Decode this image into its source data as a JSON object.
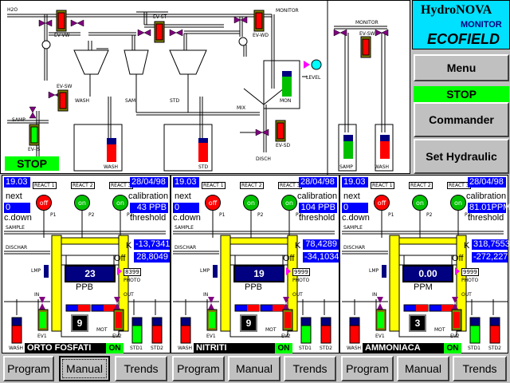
{
  "header": {
    "brand": "HydroNOVA",
    "monitor": "MONITOR",
    "company": "ECOFIELD"
  },
  "sidebar": {
    "menu": "Menu",
    "status": "STOP",
    "commander": "Commander",
    "set_hydraulic": "Set Hydraulic"
  },
  "hydraulic": {
    "status": "STOP",
    "labels": {
      "h2o": "H2O",
      "ev_vw": "EV-VW",
      "ev_st": "EV-ST",
      "ev_wd": "EV-WD",
      "monitor_top": "MONITOR",
      "monitor_right": "MONITOR",
      "ev_sw_right": "EV-SW",
      "ev_sw_left": "EV-SW",
      "wash1": "WASH",
      "sam": "SAM",
      "std1": "STD",
      "samp": "SAMP",
      "ev_is": "EV-IS",
      "wash2": "WASH",
      "std2": "STD",
      "mix": "MIX",
      "mon": "MON",
      "level": "LEVEL",
      "ev_sd": "EV-SD",
      "disch": "DISCH",
      "samp_r": "SAMP",
      "wash_r": "WASH"
    },
    "tanks": {
      "wash": {
        "fill": 0.6,
        "color": "#ff0000"
      },
      "std": {
        "fill": 0.7,
        "color": "#ff0000"
      },
      "mon": {
        "fill": 0.75,
        "color": "#00c000"
      },
      "samp_r": {
        "fill": 0.6,
        "color": "#00c000"
      },
      "wash_r": {
        "fill": 0.6,
        "color": "#ff0000"
      }
    }
  },
  "tabs": [
    "Program",
    "Manual",
    "Trends",
    "Program",
    "Manual",
    "Trends",
    "Program",
    "Manual",
    "Trends"
  ],
  "panels": [
    {
      "time": "19.03",
      "next": "next",
      "next_val": "0",
      "cdown": "c.down",
      "date": "28/04/98",
      "calibration": "calibration",
      "cal_val": "43  PPB",
      "threshold": "threshold",
      "react1": "REACT 1",
      "react2": "REACT 2",
      "react3": "REACT 3",
      "p1": "off",
      "p2": "on",
      "p3": "on",
      "p1_label": "P1",
      "p2_label": "P2",
      "p3_label": "P3",
      "sample": "SAMPLE",
      "dischar": "DISCHAR",
      "k_label": "K",
      "k_val": "-13,7341",
      "off_label": "Off",
      "off_val": "28,8049",
      "lmp": "LMP",
      "reading": "23",
      "unit": "PPB",
      "photo_val": "8399",
      "photo": "PHOTO",
      "in": "IN",
      "out": "OUT",
      "counter": "9",
      "mot": "MOT",
      "ev1": "EV1",
      "ev2": "EV2",
      "wash": "WASH",
      "std1": "STD1",
      "std2": "STD2",
      "name": "ORTO FOSFATI",
      "on": "ON"
    },
    {
      "time": "19.03",
      "next": "next",
      "next_val": "0",
      "cdown": "c.down",
      "date": "28/04/98",
      "calibration": "calibration",
      "cal_val": "104  PPB",
      "threshold": "threshold",
      "react1": "REACT 1",
      "react2": "REACT 2",
      "react3": "REACT 3",
      "p1": "off",
      "p2": "on",
      "p3": "on",
      "p1_label": "P1",
      "p2_label": "P2",
      "p3_label": "P3",
      "sample": "SAMPLE",
      "dischar": "DISCHAR",
      "k_label": "K",
      "k_val": "78,4289",
      "off_label": "Off",
      "off_val": "-34,1034",
      "lmp": "LMP",
      "reading": "19",
      "unit": "PPB",
      "photo_val": "9999",
      "photo": "PHOTO",
      "in": "IN",
      "out": "OUT",
      "counter": "9",
      "mot": "MOT",
      "ev1": "EV1",
      "ev2": "EV2",
      "wash": "WASH",
      "std1": "STD1",
      "std2": "STD2",
      "name": "NITRITI",
      "on": "ON"
    },
    {
      "time": "19.03",
      "next": "next",
      "next_val": "0",
      "cdown": "c.down",
      "date": "28/04/98",
      "calibration": "calibration",
      "cal_val": "81.01PPM",
      "threshold": "threshold",
      "react1": "REACT 1",
      "react2": "REACT 2",
      "react3": "REACT 3",
      "p1": "off",
      "p2": "on",
      "p3": "on",
      "p1_label": "P1",
      "p2_label": "P2",
      "p3_label": "P3",
      "sample": "SAMPLE",
      "dischar": "DISCHAR",
      "k_label": "K",
      "k_val": "318,7553",
      "off_label": "Off",
      "off_val": "-272,227",
      "lmp": "LMP",
      "reading": "0.00",
      "unit": "PPM",
      "photo_val": "9999",
      "photo": "PHOTO",
      "in": "IN",
      "out": "OUT",
      "counter": "3",
      "mot": "MOT",
      "ev1": "EV1",
      "ev2": "EV2",
      "wash": "WASH",
      "std1": "STD1",
      "std2": "STD2",
      "name": "AMMONIACA",
      "on": "ON"
    }
  ]
}
